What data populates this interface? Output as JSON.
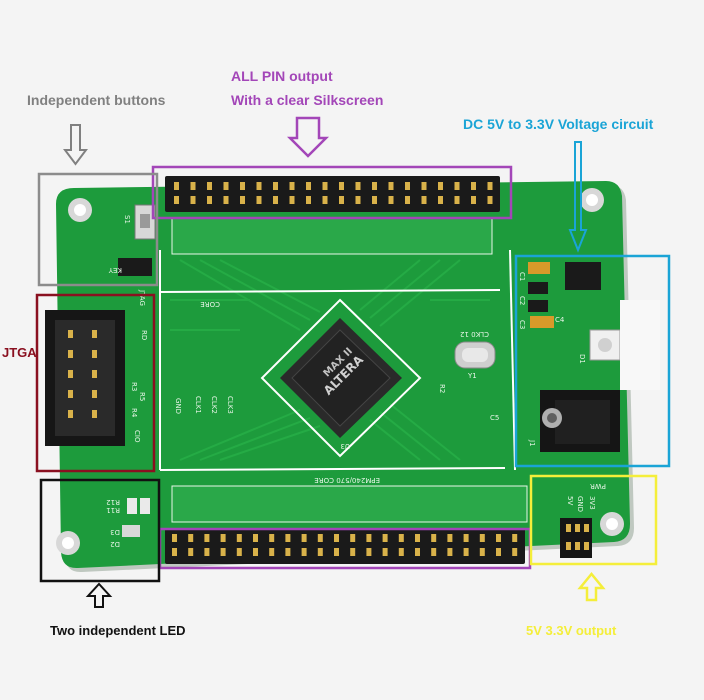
{
  "annotations": {
    "all_pin_line1": "ALL PIN output",
    "all_pin_line2": "With a clear Silkscreen",
    "buttons": "Independent buttons",
    "voltage": "DC 5V to 3.3V Voltage circuit",
    "jtag": "JTGA",
    "led": "Two independent LED",
    "output": "5V 3.3V output"
  },
  "silkscreen": {
    "key": "KEY",
    "jtag": "JTAG",
    "cio": "CIO",
    "core": "CORE",
    "core2": "EPM240/570 CORE",
    "clk0": "CLK0 12",
    "y1": "Y1",
    "r2": "R2",
    "u3": "U3",
    "c5": "C5",
    "d1": "D1",
    "j1": "J1",
    "s1": "S1",
    "pwr": "PWR",
    "gnd_top": "GND",
    "clk1": "CLK1",
    "clk2": "CLK2",
    "clk3": "CLK3",
    "rd": "RD",
    "r3": "R3",
    "r5": "R5",
    "r4": "R4",
    "r11": "R11",
    "r12": "R12",
    "d2": "D2",
    "d3": "D3",
    "c1": "C1",
    "c2": "C2",
    "c3": "C3",
    "c4": "C4",
    "vc_5v": "5V",
    "vc_gnd": "GND",
    "vc_3v3": "3V3"
  },
  "chip": {
    "brand": "ALTERA",
    "series": "MAX II"
  },
  "colors": {
    "board": "#1d9b3c",
    "purple": "#a346b8",
    "gray": "#8c8c8c",
    "cyan": "#1aa4d6",
    "red": "#8a1020",
    "black": "#111111",
    "yellow": "#f4ee3a"
  }
}
